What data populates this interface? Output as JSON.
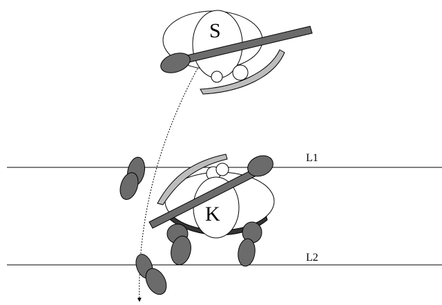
{
  "figure": {
    "top_figure_label": "S",
    "bottom_figure_label": "K",
    "line_1_label": "L1",
    "line_2_label": "L2"
  },
  "colors": {
    "background": "#ffffff",
    "outline": "#000000",
    "foot_fill": "#6b6b6b",
    "shield_fill": "#bdbdbd",
    "dark_band": "#333333"
  }
}
